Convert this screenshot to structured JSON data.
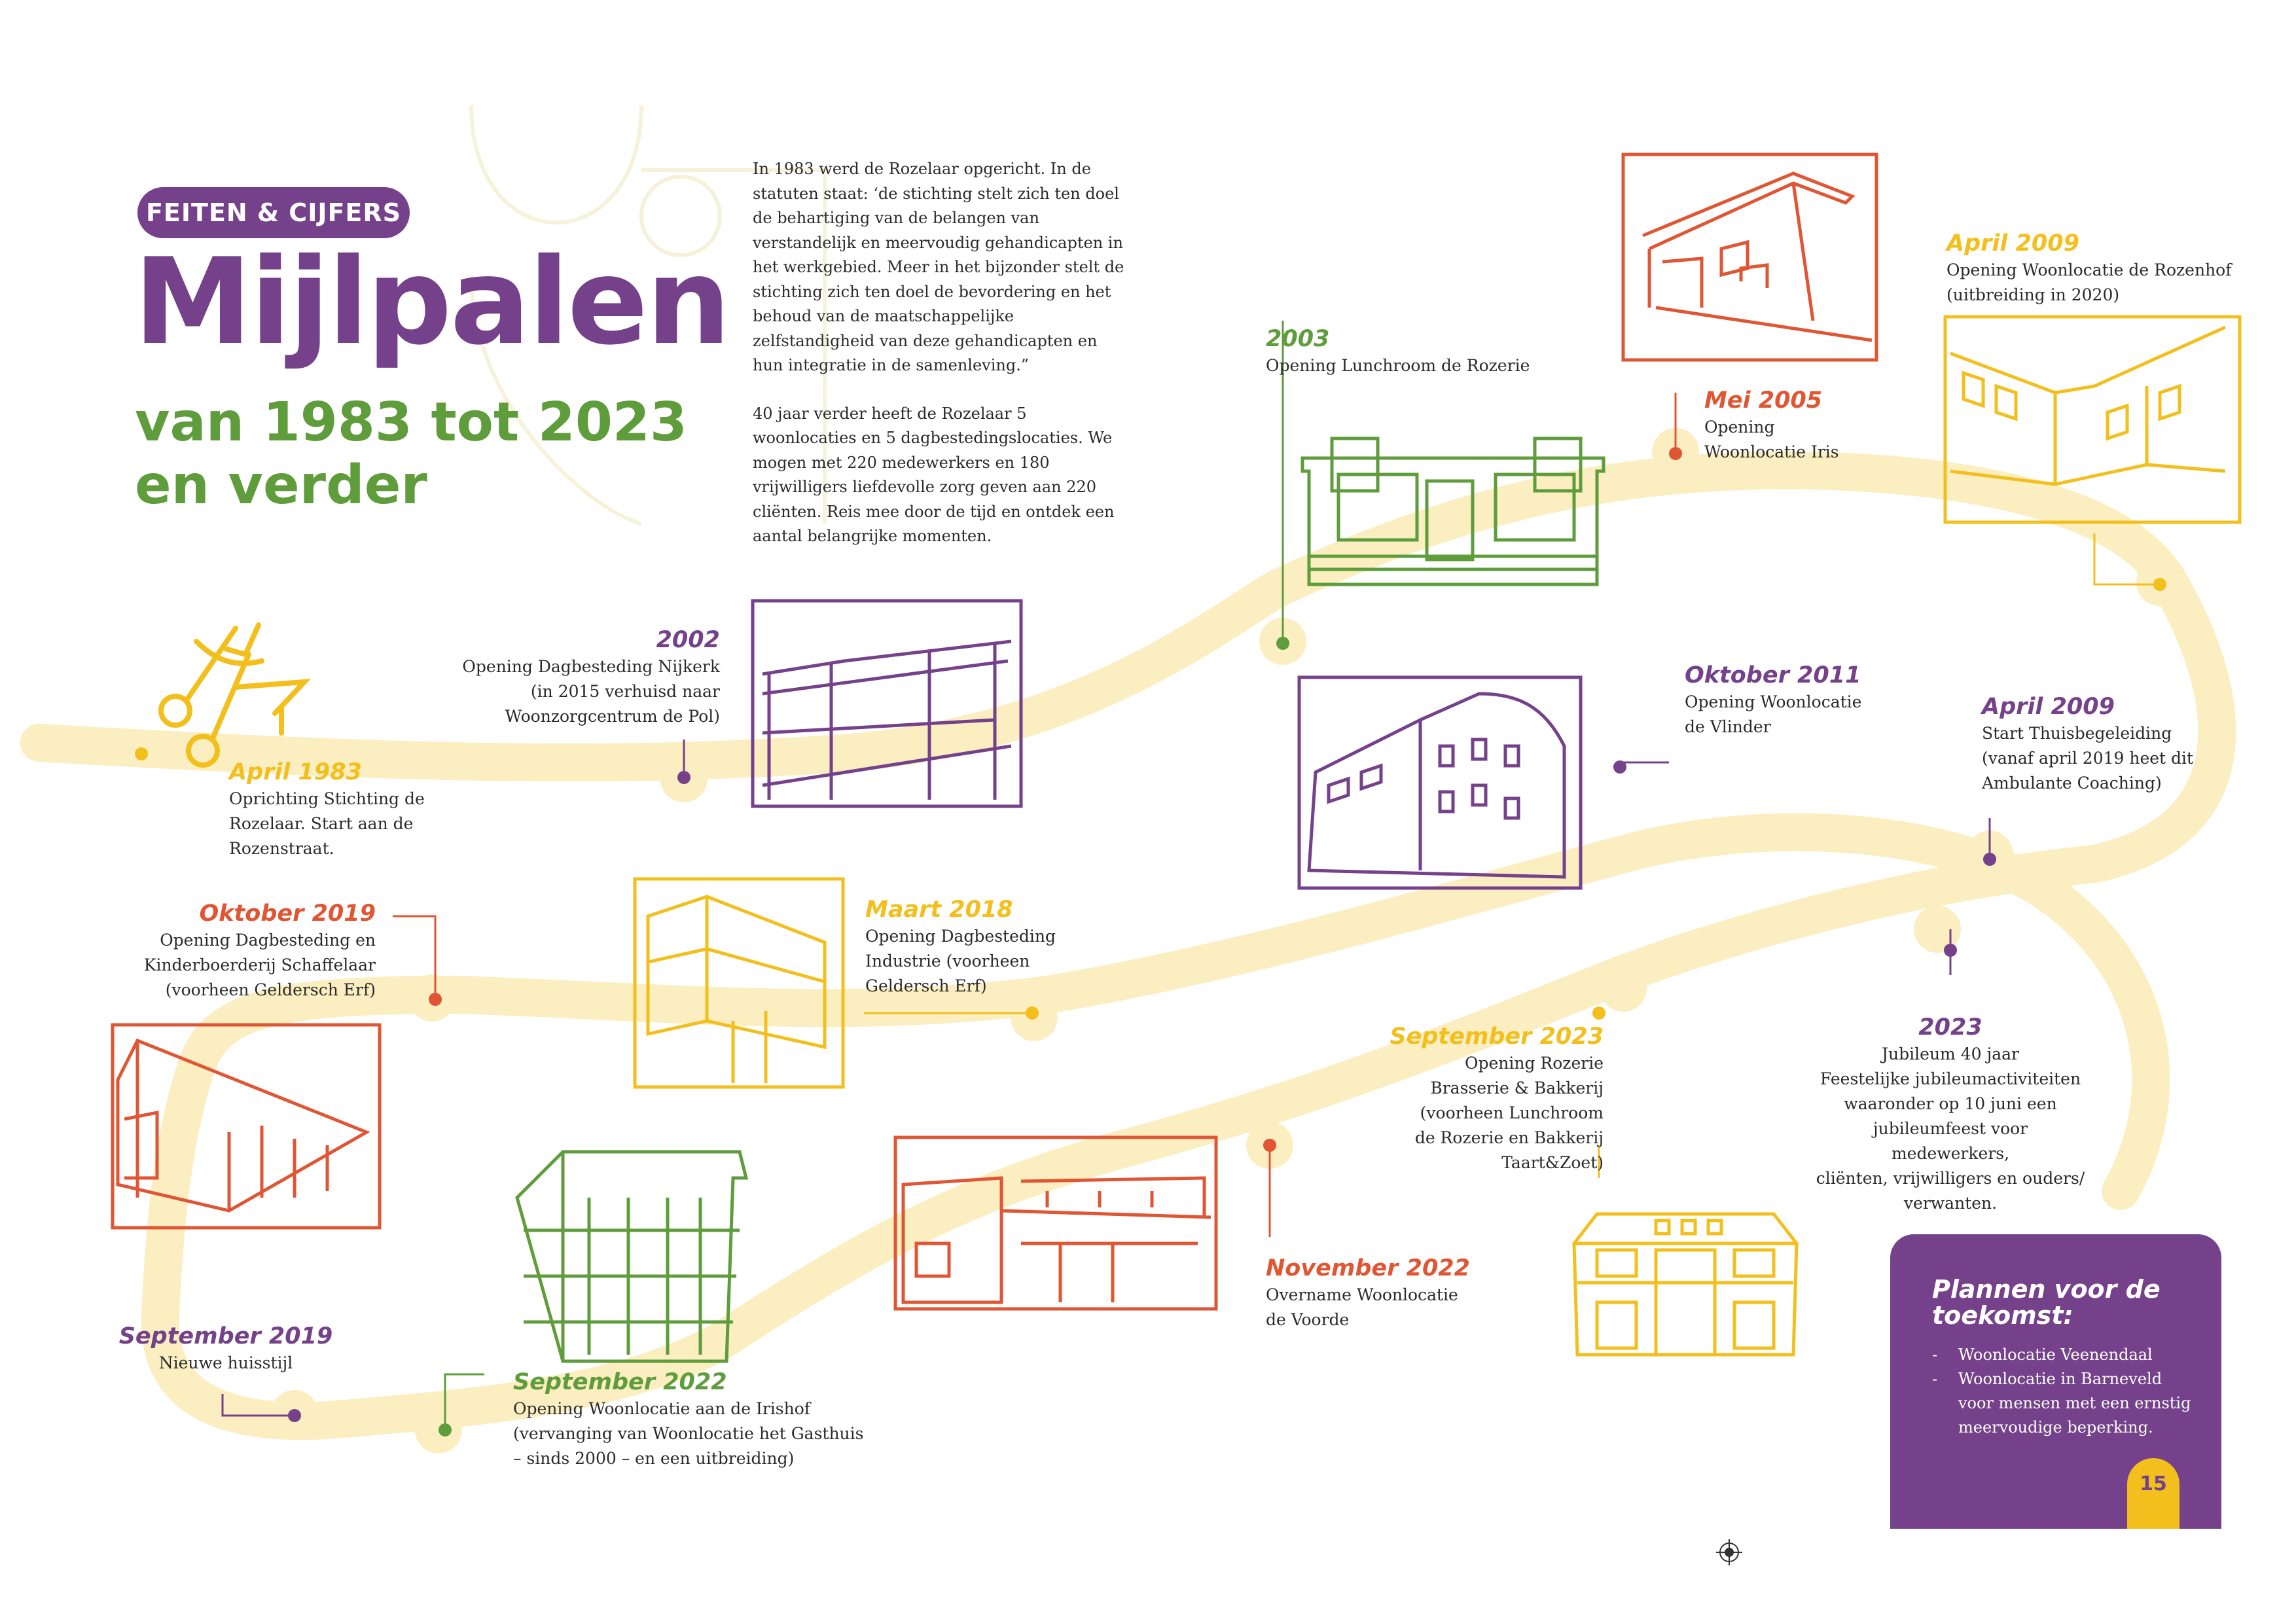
{
  "header": {
    "badge": "FEITEN & CIJFERS",
    "title": "Mijlpalen",
    "subtitle": "van 1983 tot 2023 en verder"
  },
  "intro": {
    "p1": "In 1983 werd de Rozelaar opgericht. In de statuten staat: ‘de stichting stelt zich ten doel de behartiging van de belangen van verstandelijk en meervoudig gehandicapten in het werkgebied. Meer in het bijzonder stelt de stichting zich ten doel de bevordering en het behoud van de maatschappelijke zelfstandigheid van deze gehandicapten en hun integratie in de samenleving.”",
    "p2": "40 jaar verder heeft de Rozelaar 5 woonlocaties en 5 dagbestedingslocaties. We mogen met 220 medewerkers en 180 vrijwilligers liefdevolle zorg geven aan 220 cliënten. Reis mee door de tijd en ontdek een aantal belangrijke momenten."
  },
  "events": {
    "april1983": {
      "date": "April 1983",
      "text": "Oprichting Stichting de\nRozelaar. Start aan de\nRozenstraat."
    },
    "y2002": {
      "date": "2002",
      "text": "Opening Dagbesteding Nijkerk\n(in 2015 verhuisd naar\nWoonzorgcentrum de Pol)"
    },
    "y2003": {
      "date": "2003",
      "text": "Opening Lunchroom de Rozerie"
    },
    "mei2005": {
      "date": "Mei 2005",
      "text": "Opening\nWoonlocatie Iris"
    },
    "april2009a": {
      "date": "April 2009",
      "text": "Opening Woonlocatie de Rozenhof\n(uitbreiding in 2020)"
    },
    "okt2011": {
      "date": "Oktober 2011",
      "text": "Opening Woonlocatie\nde Vlinder"
    },
    "april2009b": {
      "date": "April 2009",
      "text": "Start Thuisbegeleiding\n(vanaf april 2019 heet dit\nAmbulante Coaching)"
    },
    "maart2018": {
      "date": "Maart 2018",
      "text": "Opening Dagbesteding\nIndustrie (voorheen\nGeldersch Erf)"
    },
    "okt2019": {
      "date": "Oktober 2019",
      "text": "Opening Dagbesteding en\nKinderboerderij Schaffelaar\n(voorheen Geldersch Erf)"
    },
    "sep2023": {
      "date": "September 2023",
      "text": "Opening Rozerie\nBrasserie & Bakkerij\n(voorheen Lunchroom\nde Rozerie en Bakkerij\nTaart&Zoet)"
    },
    "y2023": {
      "date": "2023",
      "text": "Jubileum 40 jaar\nFeestelijke jubileumactiviteiten\nwaaronder op 10 juni een\njubileumfeest voor medewerkers,\ncliënten, vrijwilligers en ouders/\nverwanten."
    },
    "nov2022": {
      "date": "November 2022",
      "text": "Overname Woonlocatie\nde Voorde"
    },
    "sep2019": {
      "date": "September 2019",
      "text": "Nieuwe huisstijl"
    },
    "sep2022": {
      "date": "September 2022",
      "text": "Opening Woonlocatie aan de Irishof\n(vervanging van Woonlocatie het Gasthuis\n– sinds 2000 – en een uitbreiding)"
    }
  },
  "future": {
    "title": "Plannen voor de toekomst:",
    "items": [
      "Woonlocatie Veenendaal",
      "Woonlocatie in Barneveld voor mensen met een ernstig meervoudige beperking."
    ]
  },
  "page_number": "15",
  "colors": {
    "purple": "#74418a",
    "green": "#5f9c3c",
    "red": "#e05634",
    "yellow": "#f3bf1d",
    "path": "#fbeec0"
  }
}
